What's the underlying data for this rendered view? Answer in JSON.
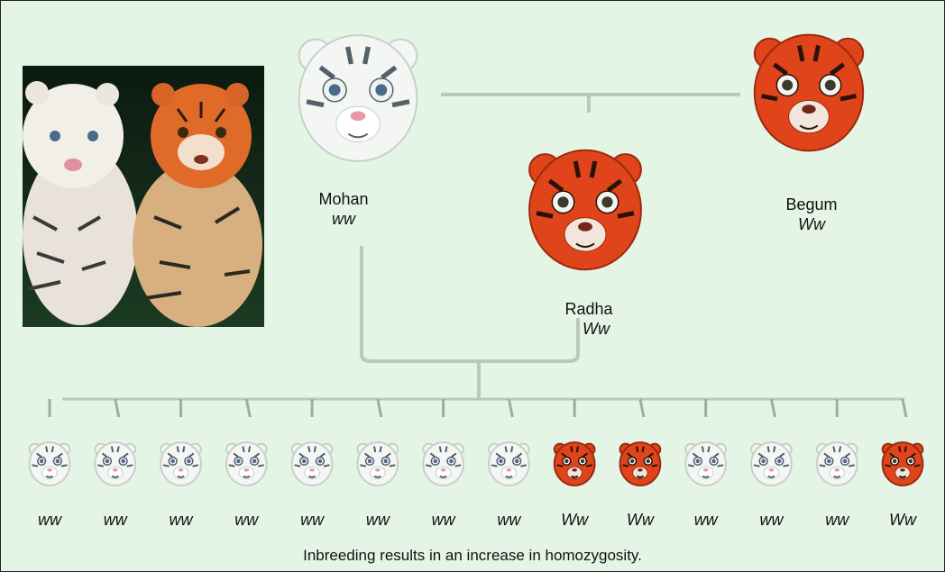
{
  "parents": {
    "mohan": {
      "name": "Mohan",
      "genotype": "ww",
      "coat": "white"
    },
    "begum": {
      "name": "Begum",
      "genotype": "Ww",
      "coat": "orange"
    },
    "radha": {
      "name": "Radha",
      "genotype": "Ww",
      "coat": "orange"
    }
  },
  "offspring": [
    {
      "genotype": "ww",
      "coat": "white"
    },
    {
      "genotype": "ww",
      "coat": "white"
    },
    {
      "genotype": "ww",
      "coat": "white"
    },
    {
      "genotype": "ww",
      "coat": "white"
    },
    {
      "genotype": "ww",
      "coat": "white"
    },
    {
      "genotype": "ww",
      "coat": "white"
    },
    {
      "genotype": "ww",
      "coat": "white"
    },
    {
      "genotype": "ww",
      "coat": "white"
    },
    {
      "genotype": "Ww",
      "coat": "orange"
    },
    {
      "genotype": "Ww",
      "coat": "orange"
    },
    {
      "genotype": "ww",
      "coat": "white"
    },
    {
      "genotype": "ww",
      "coat": "white"
    },
    {
      "genotype": "ww",
      "coat": "white"
    },
    {
      "genotype": "Ww",
      "coat": "orange"
    }
  ],
  "caption": "Inbreeding results in an increase in homozygosity.",
  "colors": {
    "background": "#e4f5e6",
    "white_coat": "#f4f6f4",
    "orange_coat": "#e0441a",
    "line": "#b9c9bb"
  }
}
